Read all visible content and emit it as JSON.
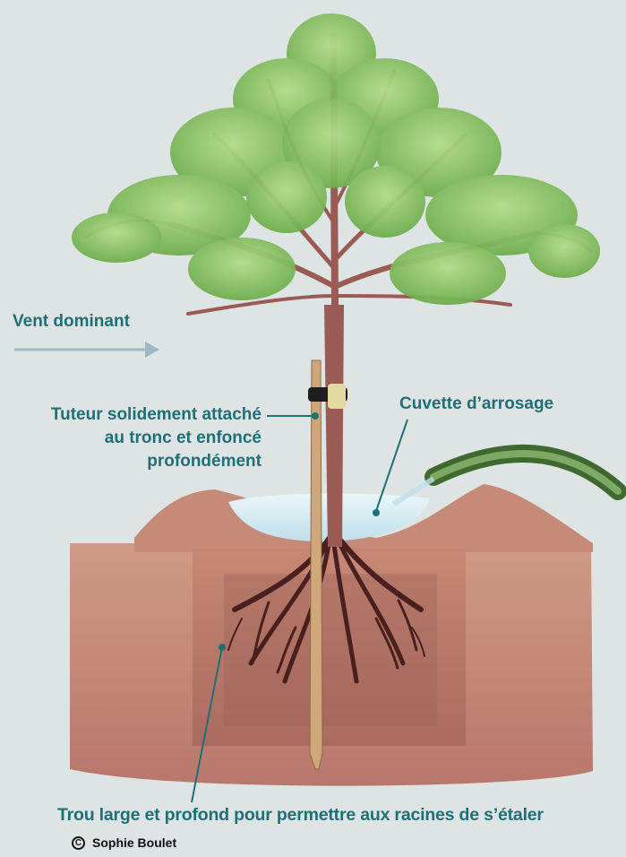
{
  "labels": {
    "wind": "Vent dominant",
    "stake_line1": "Tuteur solidement attaché",
    "stake_line2": "au tronc et enfoncé",
    "stake_line3": "profondément",
    "basin": "Cuvette d’arrosage",
    "hole": "Trou large et profond pour permettre aux racines de s’étaler"
  },
  "credit": {
    "symbol": "C",
    "author": "Sophie Boulet"
  },
  "colors": {
    "background": "#dde4e3",
    "label_text": "#1f6f77",
    "wind_arrow": "#9bb8c4",
    "soil": "#c98f7d",
    "soil_dark": "#a5655a",
    "foliage": "#8fc96a",
    "trunk": "#9a5b55",
    "roots": "#4a1f1f",
    "water": "#cde7ee",
    "hose": "#4e7a3a"
  }
}
